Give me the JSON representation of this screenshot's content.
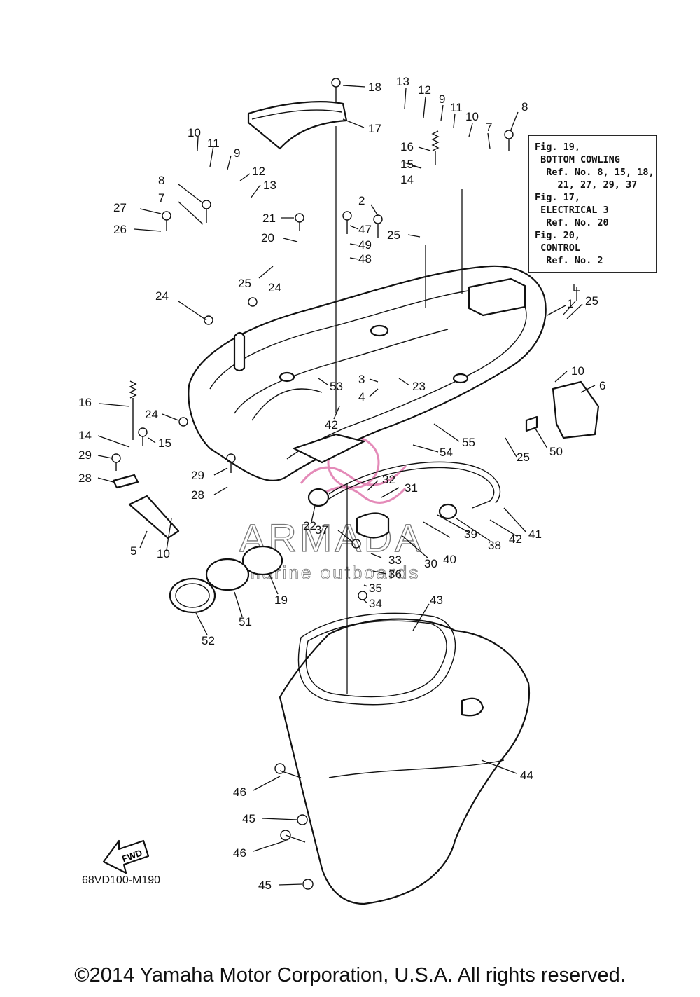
{
  "diagram_code": "68VD100-M190",
  "copyright": "©2014 Yamaha Motor Corporation, U.S.A. All rights reserved.",
  "fwd_label": "FWD",
  "watermark": {
    "brand": "ARMADA",
    "tagline": "marine outboards",
    "logo_color": "#e48ab8"
  },
  "reference_box": [
    "Fig. 19,",
    " BOTTOM COWLING",
    "  Ref. No. 8, 15, 18,",
    "    21, 27, 29, 37",
    "Fig. 17,",
    " ELECTRICAL 3",
    "  Ref. No. 20",
    "Fig. 20,",
    " CONTROL",
    "  Ref. No. 2"
  ],
  "part_numbers": [
    "18",
    "13",
    "12",
    "9",
    "11",
    "10",
    "7",
    "8",
    "17",
    "16",
    "15",
    "14",
    "10",
    "11",
    "9",
    "12",
    "13",
    "8",
    "7",
    "27",
    "26",
    "21",
    "20",
    "2",
    "47",
    "49",
    "48",
    "25",
    "25",
    "24",
    "24",
    "1",
    "25",
    "10",
    "6",
    "3",
    "23",
    "4",
    "53",
    "16",
    "24",
    "15",
    "14",
    "29",
    "28",
    "42",
    "55",
    "54",
    "25",
    "50",
    "29",
    "28",
    "32",
    "31",
    "22",
    "5",
    "10",
    "37",
    "30",
    "40",
    "39",
    "38",
    "42",
    "41",
    "33",
    "36",
    "35",
    "34",
    "19",
    "51",
    "52",
    "43",
    "44",
    "46",
    "45",
    "46",
    "45"
  ]
}
